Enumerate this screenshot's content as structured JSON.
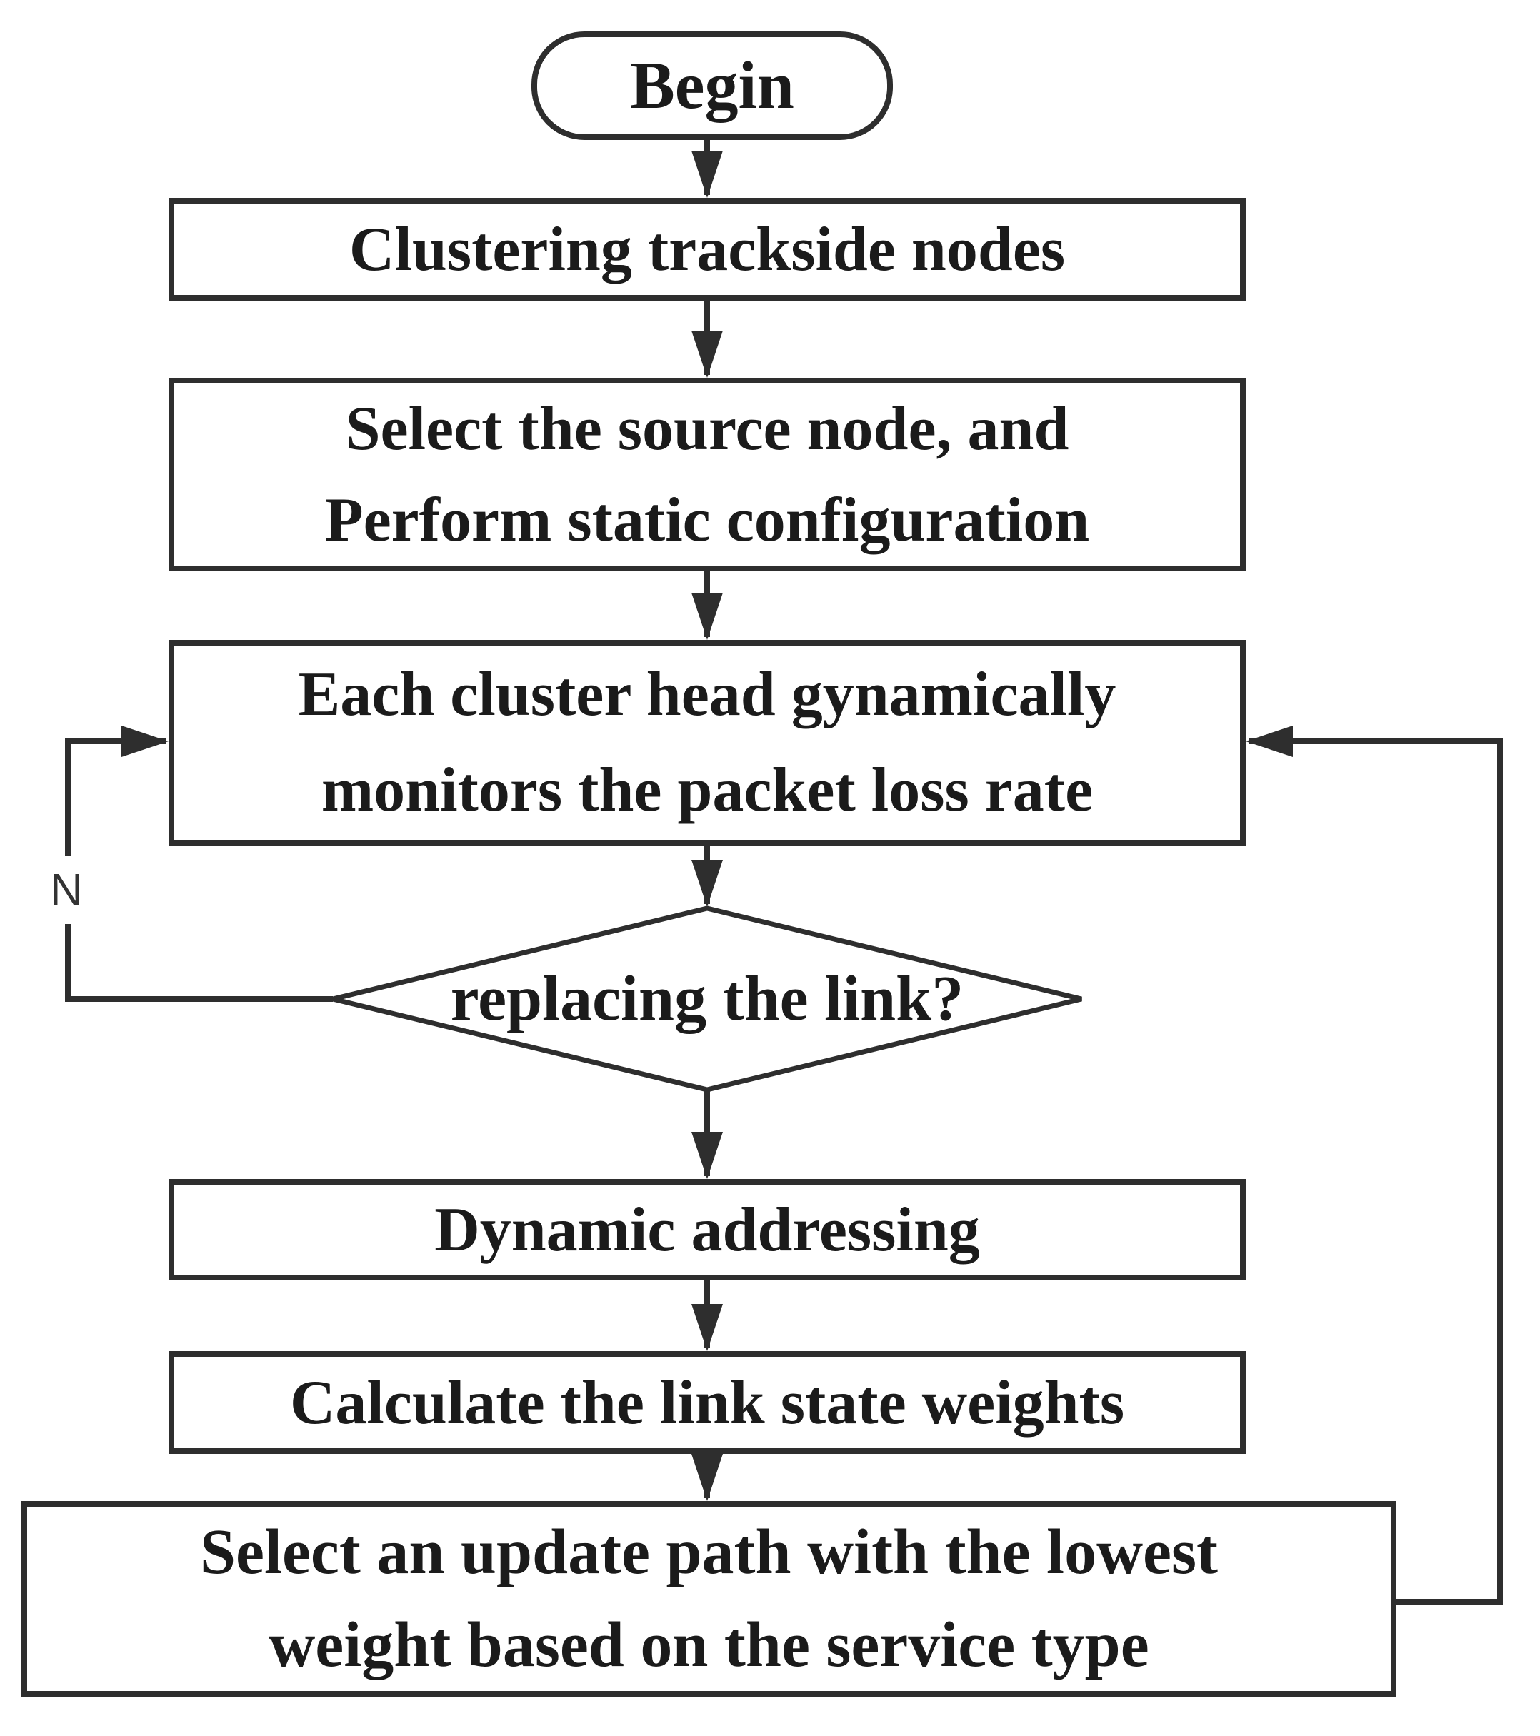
{
  "flowchart": {
    "nodes": {
      "begin": {
        "label": "Begin"
      },
      "clustering": {
        "label": "Clustering trackside nodes"
      },
      "static_config": {
        "lines": [
          "Select the source node, and",
          "Perform static configuration"
        ]
      },
      "monitor": {
        "lines": [
          "Each cluster head gynamically",
          "monitors the packet loss rate"
        ]
      },
      "decision": {
        "label": "replacing the link?"
      },
      "dynamic_addressing": {
        "label": "Dynamic addressing"
      },
      "link_weights": {
        "label": "Calculate the link state weights"
      },
      "select_path": {
        "lines": [
          "Select an update path with the lowest",
          "weight based on the service type"
        ]
      }
    },
    "edge_labels": {
      "decision_no": "N"
    },
    "colors": {
      "stroke": "#2e2e2e",
      "text": "#1b1b1b",
      "background": "#ffffff"
    }
  }
}
